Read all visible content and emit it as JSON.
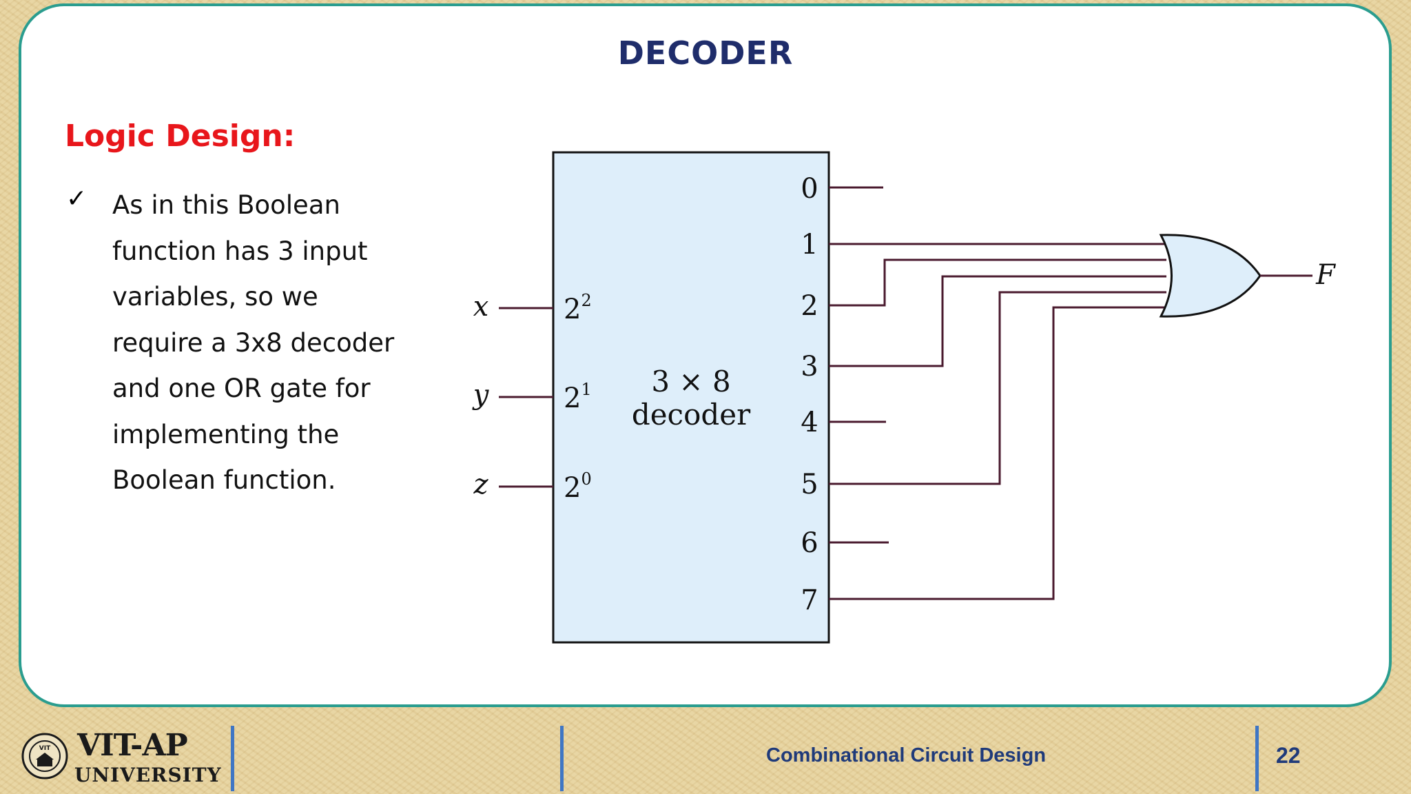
{
  "slide": {
    "title": "DECODER",
    "subheading": "Logic Design:",
    "bullet_marker": "✓",
    "bullet_lines": [
      "As in this Boolean",
      "function has 3 input",
      "variables, so we",
      "require a 3x8 decoder",
      "and one OR gate for",
      "implementing the",
      "Boolean function."
    ]
  },
  "diagram": {
    "decoder_label_line1": "3 × 8",
    "decoder_label_line2": "decoder",
    "inputs": [
      {
        "name": "x",
        "weight_base": "2",
        "weight_exp": "2"
      },
      {
        "name": "y",
        "weight_base": "2",
        "weight_exp": "1"
      },
      {
        "name": "z",
        "weight_base": "2",
        "weight_exp": "0"
      }
    ],
    "outputs": [
      "0",
      "1",
      "2",
      "3",
      "4",
      "5",
      "6",
      "7"
    ],
    "or_gate_inputs": [
      "1",
      "2",
      "3",
      "5",
      "7"
    ],
    "output_label": "F",
    "colors": {
      "decoder_fill": "#deeefa",
      "gate_fill": "#deeefa",
      "wire": "#4a1a2e",
      "outline": "#111111"
    }
  },
  "footer": {
    "logo_line1": "VIT-AP",
    "logo_line2": "UNIVERSITY",
    "logo_seal_text": "VIT",
    "course": "Combinational Circuit Design",
    "page_number": "22"
  }
}
